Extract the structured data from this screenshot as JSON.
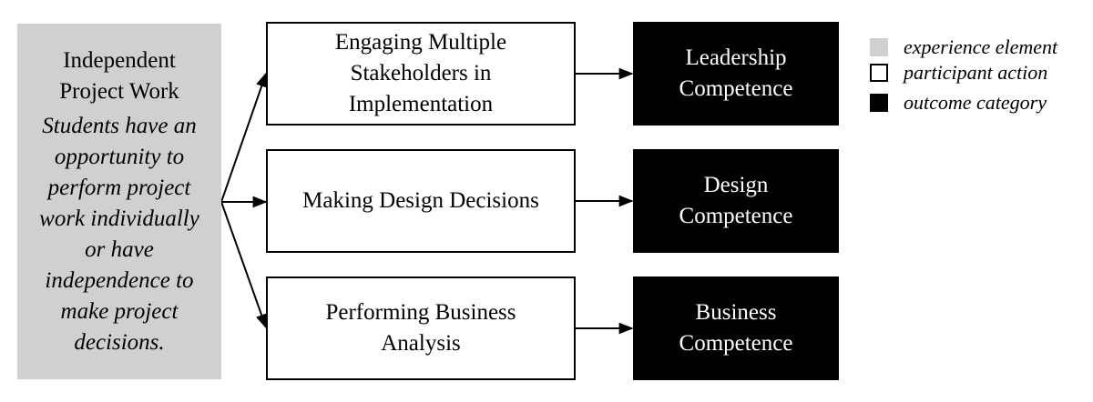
{
  "experience": {
    "title_lines": [
      "Independent",
      "Project Work"
    ],
    "description_lines": [
      "Students have an",
      "opportunity to",
      "perform project",
      "work individually",
      "or have",
      "independence to",
      "make project",
      "decisions."
    ]
  },
  "actions": [
    {
      "lines": [
        "Engaging Multiple",
        "Stakeholders in",
        "Implementation"
      ]
    },
    {
      "lines": [
        "Making Design Decisions"
      ]
    },
    {
      "lines": [
        "Performing Business",
        "Analysis"
      ]
    }
  ],
  "outcomes": [
    {
      "lines": [
        "Leadership",
        "Competence"
      ]
    },
    {
      "lines": [
        "Design",
        "Competence"
      ]
    },
    {
      "lines": [
        "Business",
        "Competence"
      ]
    }
  ],
  "legend": [
    {
      "label": "experience element",
      "color": "#d0d0d0"
    },
    {
      "label": "participant action",
      "color": "#ffffff"
    },
    {
      "label": "outcome category",
      "color": "#000000"
    }
  ]
}
